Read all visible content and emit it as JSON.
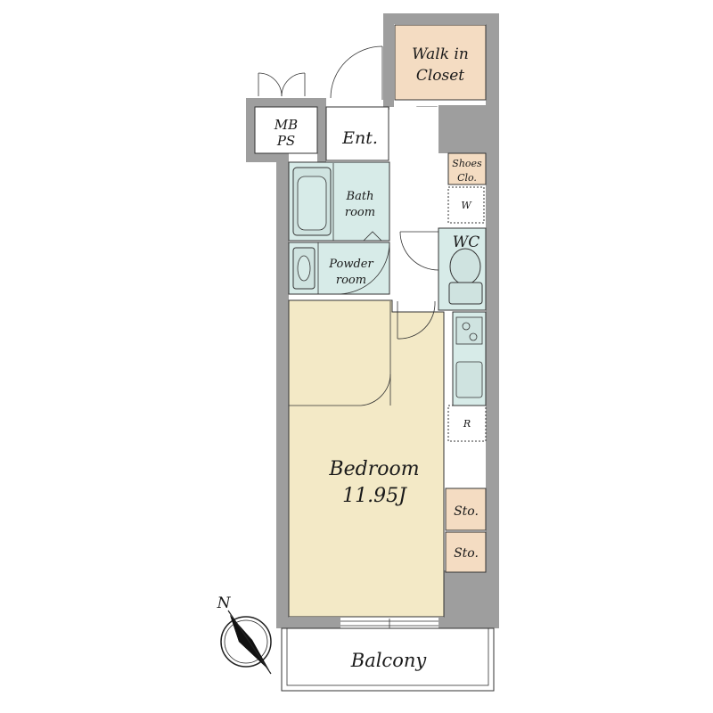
{
  "rooms": {
    "walk_in_closet_line1": "Walk in",
    "walk_in_closet_line2": "Closet",
    "mbps_line1": "MB",
    "mbps_line2": "PS",
    "entrance": "Ent.",
    "shoes_closet_line1": "Shoes",
    "shoes_closet_line2": "Clo.",
    "washer": "W",
    "bathroom_line1": "Bath",
    "bathroom_line2": "room",
    "wc": "WC",
    "powder_room_line1": "Powder",
    "powder_room_line2": "room",
    "refrigerator": "R",
    "bedroom": "Bedroom",
    "bedroom_size": "11.95J",
    "storage_1": "Sto.",
    "storage_2": "Sto.",
    "balcony": "Balcony"
  },
  "compass": {
    "north_label": "N"
  },
  "colors": {
    "wall": "#9e9e9e",
    "bedroom_floor": "#f3e9c6",
    "closet_floor": "#f4dcc2",
    "wet_area": "#d7ebe8",
    "fixture": "#cfe3e0",
    "background": "#ffffff"
  }
}
